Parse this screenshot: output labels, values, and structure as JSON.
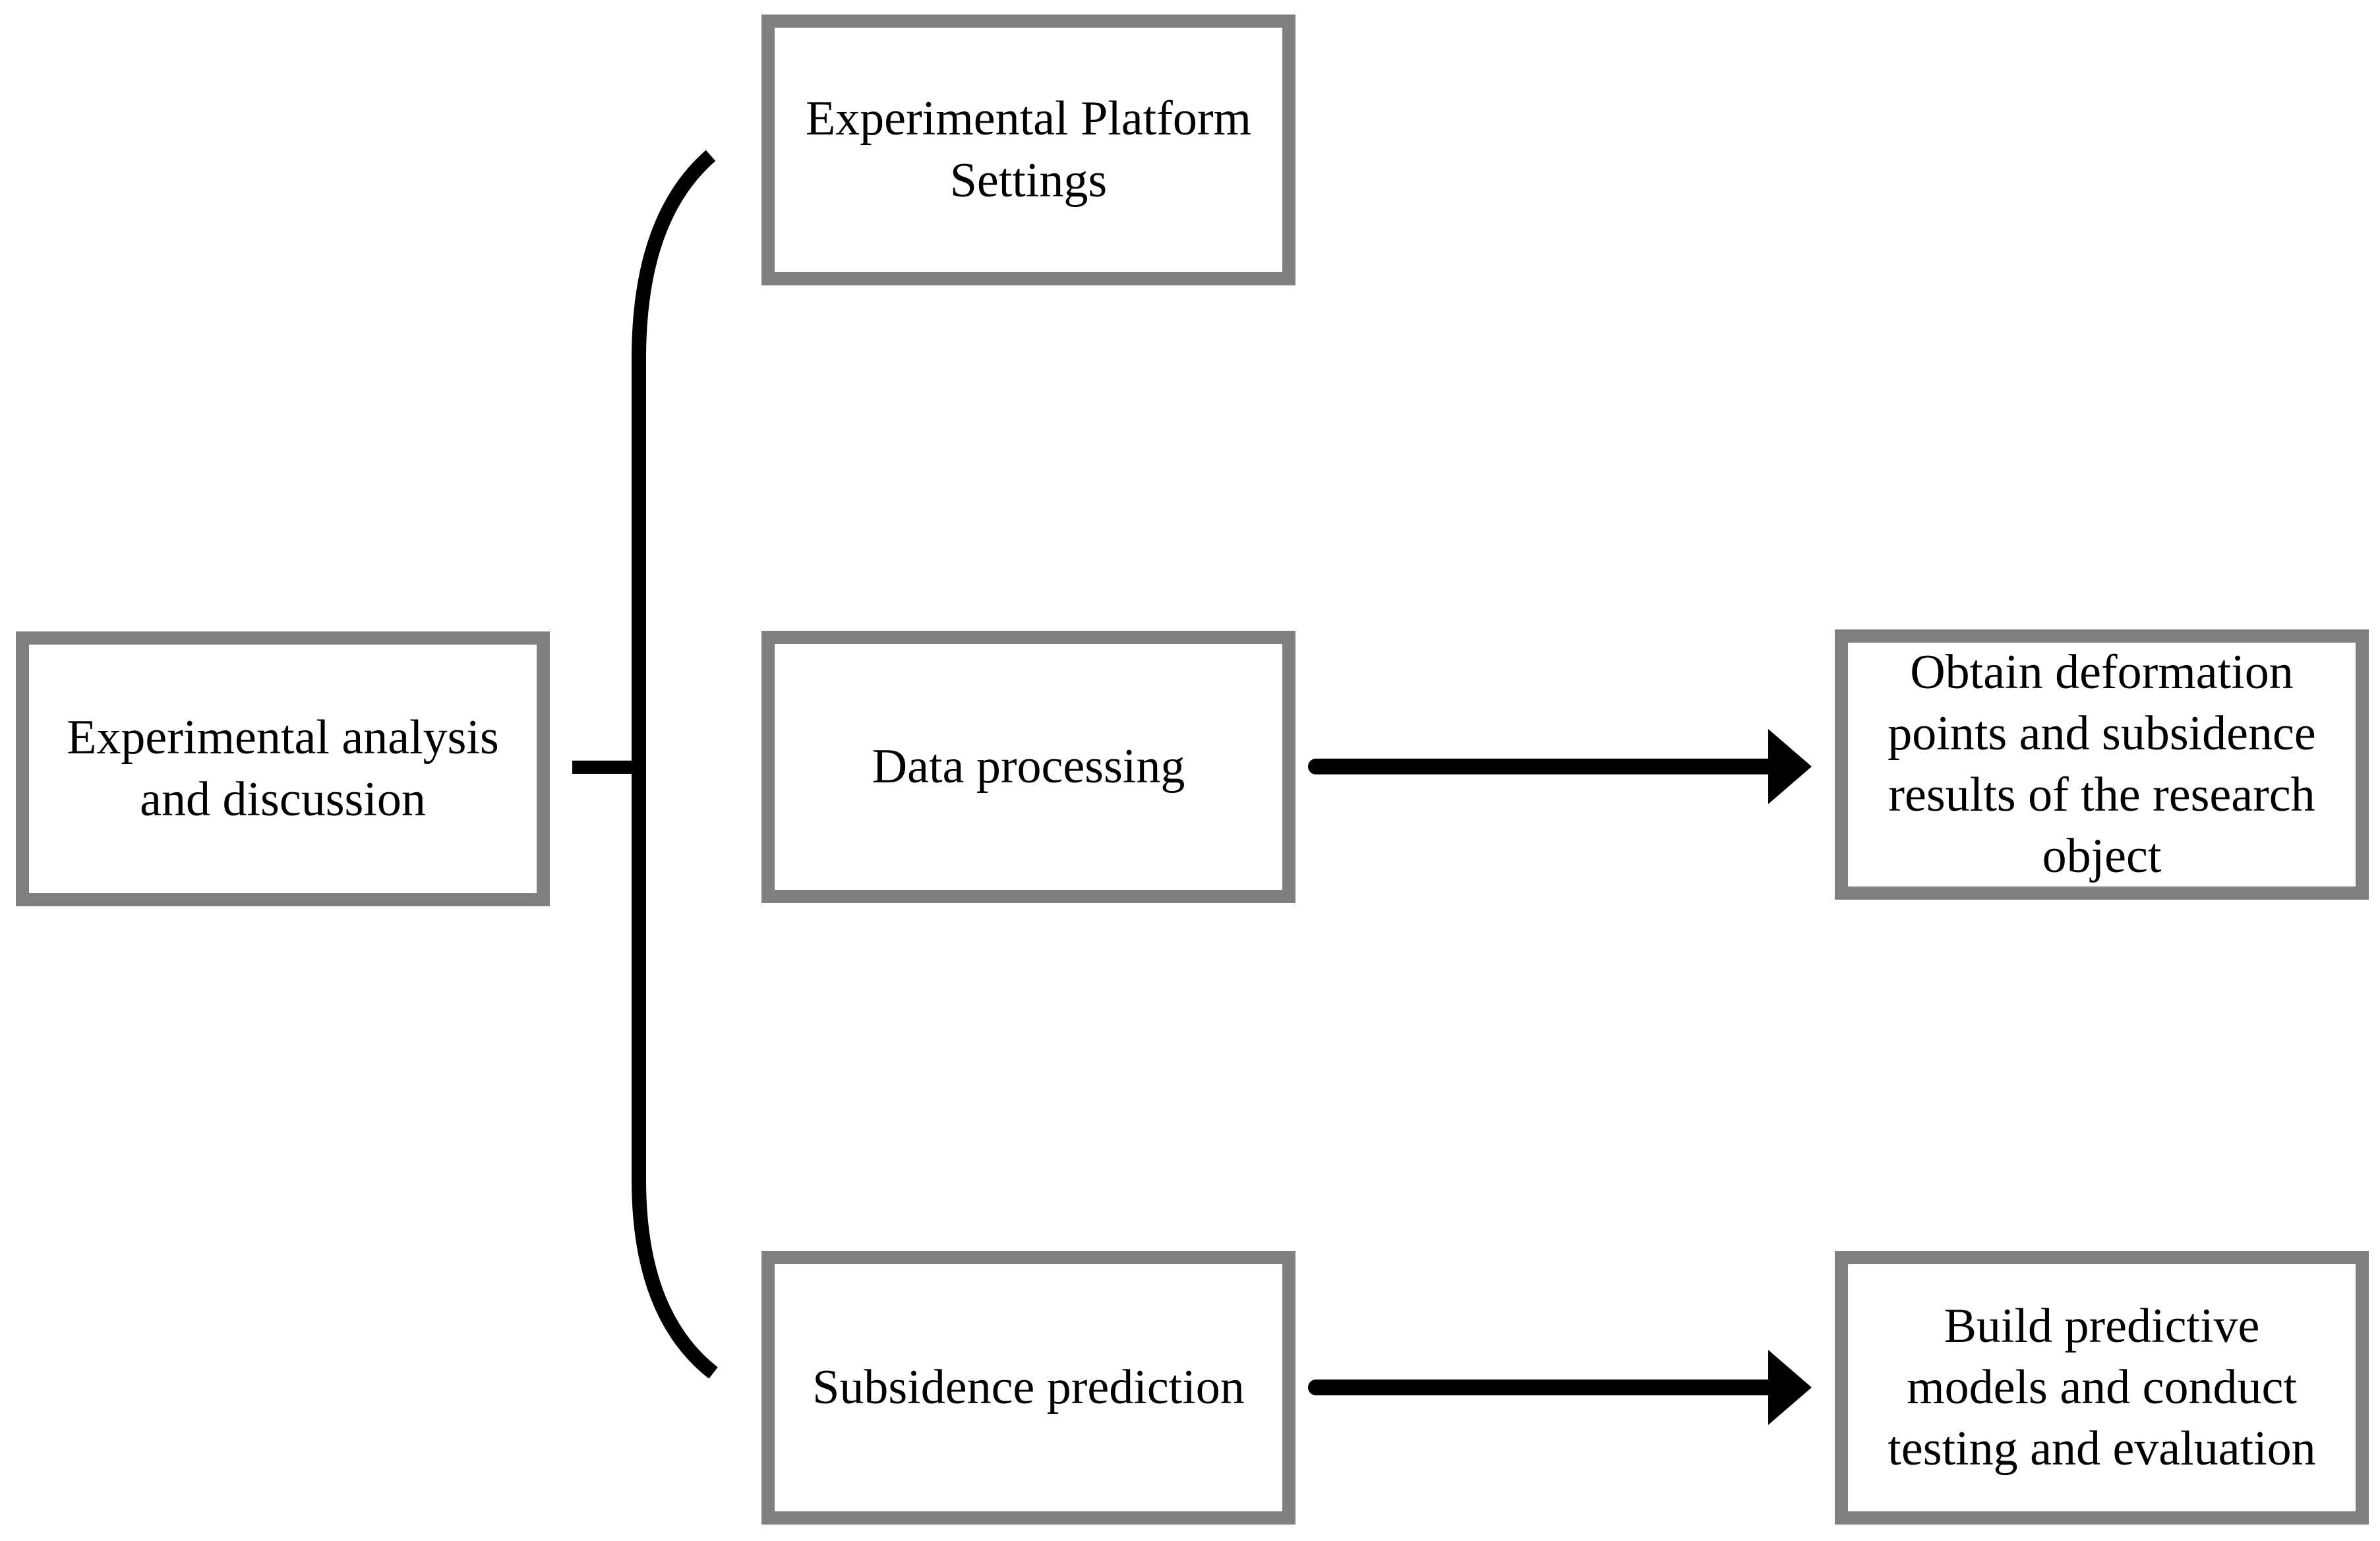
{
  "figure": {
    "background_color": "#ffffff",
    "box_border_color": "#808080",
    "line_color": "#000000",
    "text_color": "#000000",
    "root": {
      "label": "Experimental analysis\nand discussion"
    },
    "branches": {
      "platform": {
        "label": "Experimental Platform\nSettings"
      },
      "data": {
        "label": "Data processing"
      },
      "subsidence": {
        "label": "Subsidence prediction"
      }
    },
    "outcomes": {
      "obtain": {
        "label": "Obtain deformation\npoints and subsidence\nresults of the research\nobject"
      },
      "build": {
        "label": "Build predictive\nmodels and conduct\ntesting and evaluation"
      }
    }
  }
}
